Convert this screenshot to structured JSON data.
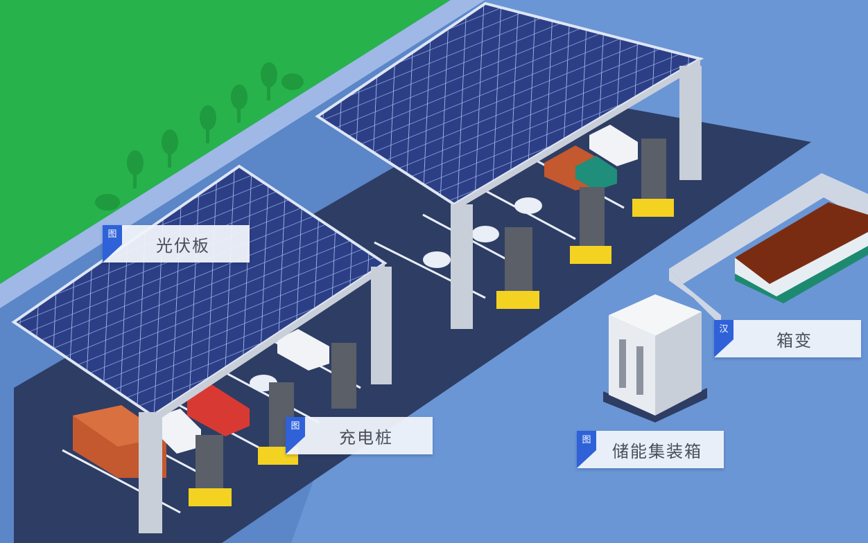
{
  "colors": {
    "grass": "#27b24c",
    "ground": "#5b86c8",
    "pavement": "#2e3d63",
    "solar_panel": "#2c3f86",
    "pillar": "#c9cfd8",
    "charger_base": "#f4d222",
    "label_tag": "#2f62d8"
  },
  "labels": {
    "pv_panel": {
      "tag": "图",
      "text": "光伏板"
    },
    "charging_pile": {
      "tag": "图",
      "text": "充电桩"
    },
    "transformer": {
      "tag": "汉",
      "text": "箱变"
    },
    "storage_container": {
      "tag": "图",
      "text": "储能集装箱"
    }
  }
}
